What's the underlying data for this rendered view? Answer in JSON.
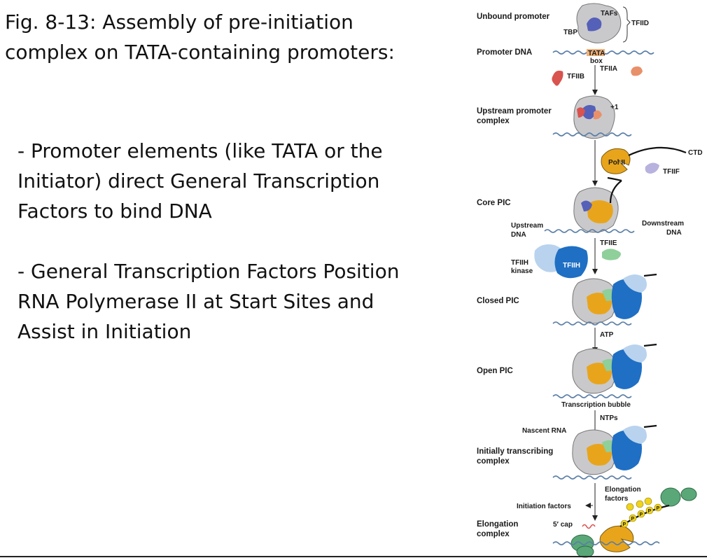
{
  "slide": {
    "title": "Fig. 8-13: Assembly of pre-initiation complex on TATA-containing promoters:",
    "bullets": [
      "- Promoter elements (like TATA or the Initiator) direct General Transcription Factors to bind DNA",
      "- General Transcription Factors Position RNA Polymerase II at Start Sites and Assist in Initiation"
    ]
  },
  "diagram": {
    "stages": {
      "unbound": "Unbound promoter",
      "promoter_dna": "Promoter DNA",
      "upstream_1": "Upstream promoter",
      "upstream_2": "complex",
      "core_pic": "Core PIC",
      "closed_pic": "Closed PIC",
      "open_pic": "Open PIC",
      "initially_1": "Initially transcribing",
      "initially_2": "complex",
      "elongation_1": "Elongation",
      "elongation_2": "complex"
    },
    "labels": {
      "tafs": "TAFs",
      "tbp": "TBP",
      "tfiid": "TFIID",
      "tata": "TATA",
      "box": "box",
      "tfiia": "TFIIA",
      "tfiib": "TFIIB",
      "plus_one": "+1",
      "pol2": "Pol II",
      "ctd": "CTD",
      "tfiif": "TFIIF",
      "upstream_dna_1": "Upstream",
      "upstream_dna_2": "DNA",
      "downstream_dna_1": "Downstream",
      "downstream_dna_2": "DNA",
      "tfiie": "TFIIE",
      "tfiih_kinase_1": "TFIIH",
      "tfiih_kinase_2": "kinase",
      "tfiih": "TFIIH",
      "atp": "ATP",
      "bubble": "Transcription bubble",
      "ntps": "NTPs",
      "nascent_rna": "Nascent RNA",
      "elong_factors_1": "Elongation",
      "elong_factors_2": "factors",
      "initiation_factors": "Initiation factors",
      "five_cap": "5′ cap",
      "p": "P"
    },
    "colors": {
      "tfiid_gray": "#c9c9cc",
      "tbp_blue": "#5560b8",
      "tata_orange": "#f2b27a",
      "tfiib_red": "#d9534f",
      "tfiia_salmon": "#e8906a",
      "pol2_gold": "#e8a51c",
      "tfiif_lavender": "#b7b2de",
      "tfiie_green": "#8fcf9a",
      "tfiih_blue": "#1f6fc4",
      "tfiih_light": "#b9d3ee",
      "elong_green": "#5aa878",
      "phospho_yellow": "#f1d418",
      "dna_blue": "#5b7fa8"
    }
  }
}
